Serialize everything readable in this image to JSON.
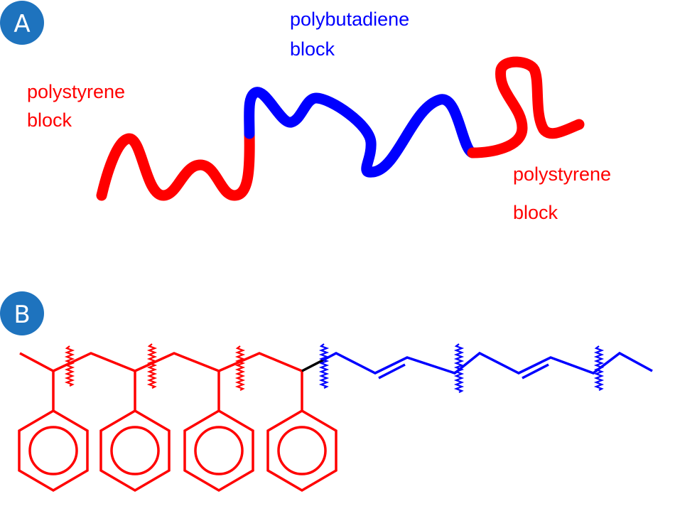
{
  "colors": {
    "polystyrene": "#ff0000",
    "polybutadiene": "#0000ff",
    "junction_bond": "#000000",
    "badge": "#1e73be",
    "badge_text": "#ffffff",
    "background": "#ffffff"
  },
  "panel_a": {
    "badge": "A",
    "labels": {
      "left_polystyrene_line1": "polystyrene",
      "left_polystyrene_line2": "block",
      "polybutadiene_line1": "polybutadiene",
      "polybutadiene_line2": "block",
      "right_polystyrene_line1": "polystyrene",
      "right_polystyrene_line2": "block"
    }
  },
  "panel_b": {
    "badge": "B",
    "styrene_units": 4,
    "butadiene_units": 2,
    "break_marker_icon": "wavy-break-icon"
  }
}
